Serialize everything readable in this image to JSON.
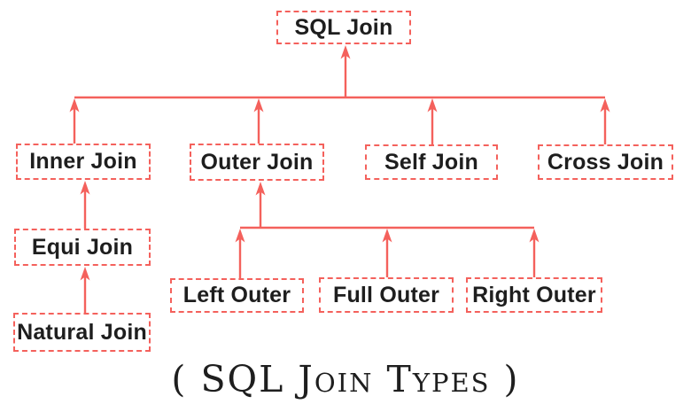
{
  "title": "SQL Join Types hierarchy diagram",
  "colors": {
    "accent": "#f4615c",
    "text": "#1e1e1e",
    "background": "#ffffff"
  },
  "nodes": {
    "sql": {
      "label": "SQL Join"
    },
    "inner": {
      "label": "Inner Join"
    },
    "outer": {
      "label": "Outer Join"
    },
    "self": {
      "label": "Self Join"
    },
    "cross": {
      "label": "Cross Join"
    },
    "equi": {
      "label": "Equi Join"
    },
    "natural": {
      "label": "Natural Join"
    },
    "left_outer": {
      "label": "Left Outer"
    },
    "full_outer": {
      "label": "Full Outer"
    },
    "right_outer": {
      "label": "Right Outer"
    }
  },
  "edges": [
    {
      "from": "Inner Join",
      "to": "SQL Join"
    },
    {
      "from": "Outer Join",
      "to": "SQL Join"
    },
    {
      "from": "Self Join",
      "to": "SQL Join"
    },
    {
      "from": "Cross Join",
      "to": "SQL Join"
    },
    {
      "from": "Equi Join",
      "to": "Inner Join"
    },
    {
      "from": "Natural Join",
      "to": "Equi Join"
    },
    {
      "from": "Left Outer",
      "to": "Outer Join"
    },
    {
      "from": "Full Outer",
      "to": "Outer Join"
    },
    {
      "from": "Right Outer",
      "to": "Outer Join"
    }
  ],
  "caption": "( SQL Join Types )"
}
